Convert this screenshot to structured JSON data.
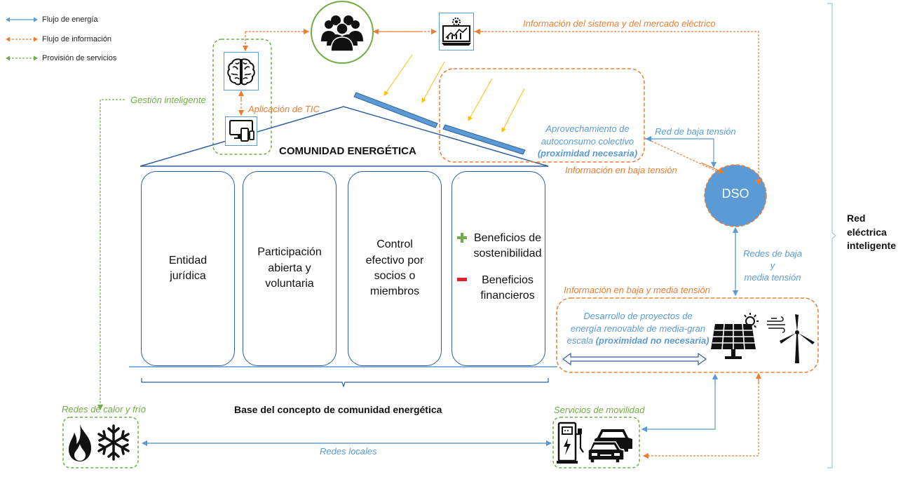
{
  "legend": [
    {
      "label": "Flujo de energía",
      "color": "#5b9bd5"
    },
    {
      "label": "Flujo de información",
      "color": "#ed7d31"
    },
    {
      "label": "Provisión de servicios",
      "color": "#70ad47"
    }
  ],
  "house": {
    "title": "COMUNIDAD ENERGÉTICA",
    "base_label": "Base del concepto de comunidad energética",
    "pillars": [
      {
        "text": "Entidad\njurídica"
      },
      {
        "text": "Participación\nabierta y\nvoluntaria"
      },
      {
        "text": "Control\nefectivo por\nsocios o\nmiembros"
      }
    ],
    "benefits": [
      {
        "sign": "plus",
        "text": "Beneficios de\nsostenibilidad",
        "color": "#70ad47"
      },
      {
        "sign": "minus",
        "text": "Beneficios\nfinancieros",
        "color": "#e0222e"
      }
    ]
  },
  "labels": {
    "gestion": "Gestión inteligente",
    "aplicacion_tic": "Aplicación de TIC",
    "info_sistema": "Información del sistema y del mercado eléctrico",
    "autoconsumo": "Aprovechamiento de\nautoconsumo colectivo",
    "autoconsumo_bold": "(proximidad necesaria)",
    "red_baja": "Red de baja tensión",
    "info_baja": "Información en baja tensión",
    "dso": "DSO",
    "redes_baja_media": "Redes de baja y\nmedia tensión",
    "info_baja_media": "Información en baja y media tensión",
    "desarrollo": "Desarrollo de proyectos de\nenergía renovable de media-gran\nescala",
    "desarrollo_bold": "(proximidad no necesaria)",
    "red_inteligente": "Red\neléctrica\ninteligente",
    "redes_calor": "Redes de calor y frío",
    "redes_locales": "Redes locales",
    "movilidad": "Servicios de movilidad"
  },
  "icons": [
    "brain-icon",
    "people-icon",
    "monitor-chart-icon",
    "devices-icon",
    "solar-panel-icon",
    "sun-icon",
    "wind-turbine-icon",
    "wind-icon",
    "flame-icon",
    "snowflake-icon",
    "ev-charger-icon",
    "cars-icon"
  ],
  "colors": {
    "energy": "#5b9bd5",
    "info": "#ed7d31",
    "service": "#70ad47",
    "house_line": "#2e5f9e",
    "dso_fill": "#5b9bd5",
    "sun_ray": "#ffc000"
  }
}
